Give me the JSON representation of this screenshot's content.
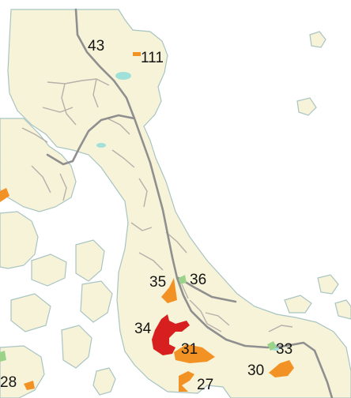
{
  "map": {
    "colors": {
      "water": "#ffffff",
      "land": "#f7f3d8",
      "coast": "#a8c4c2",
      "road_major": "#8f8f8f",
      "road_minor": "#b4b0aa",
      "area_orange": "#f39224",
      "area_red": "#d81f1f",
      "area_green": "#9bd38a",
      "lake": "#9fe1d8"
    },
    "labels": [
      {
        "id": "43",
        "text": "43"
      },
      {
        "id": "111",
        "text": "111"
      },
      {
        "id": "35",
        "text": "35"
      },
      {
        "id": "36",
        "text": "36"
      },
      {
        "id": "34",
        "text": "34"
      },
      {
        "id": "31",
        "text": "31"
      },
      {
        "id": "33",
        "text": "33"
      },
      {
        "id": "30",
        "text": "30"
      },
      {
        "id": "27",
        "text": "27"
      },
      {
        "id": "28",
        "text": "28"
      }
    ]
  }
}
